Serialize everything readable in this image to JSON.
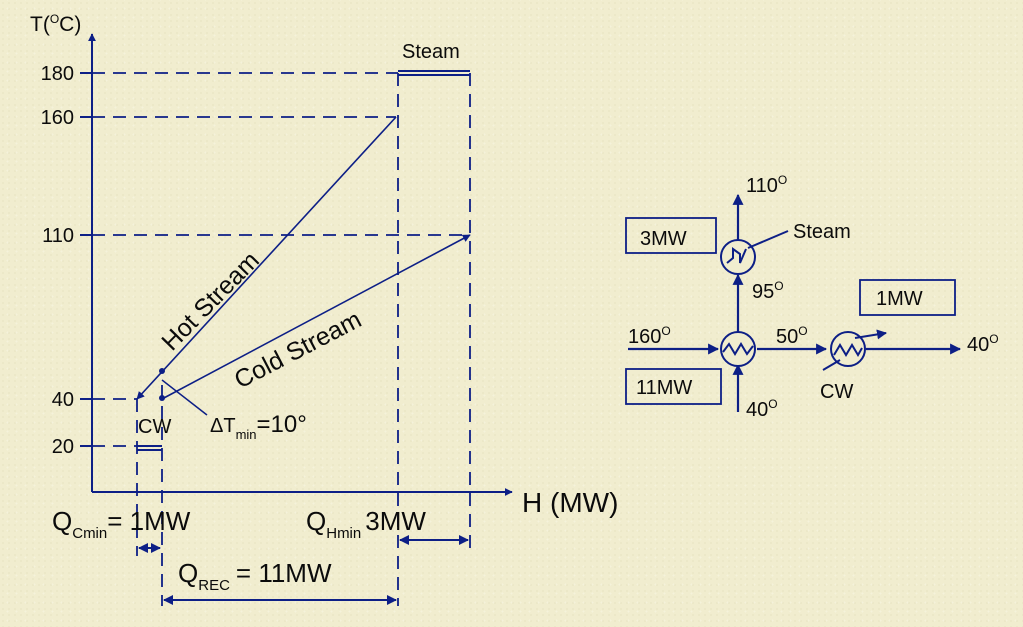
{
  "axes": {
    "y_label": "T(",
    "y_label_sup": "O",
    "y_label_end": "C)",
    "x_label": "H (MW)",
    "y_ticks": [
      "180",
      "160",
      "110",
      "40",
      "20"
    ]
  },
  "curves": {
    "hot_label": "Hot Stream",
    "cold_label": "Cold Stream",
    "steam_label": "Steam",
    "cw_label": "CW"
  },
  "dtmin": {
    "prefix": "ΔT",
    "sub": "min",
    "value": "=10°"
  },
  "bottom": {
    "qcmin_q": "Q",
    "qcmin_sub": "Cmin",
    "qcmin_value": "= 1MW",
    "qhmin_q": "Q",
    "qhmin_sub": "Hmin",
    "qhmin_value": "3MW",
    "qrec_q": "Q",
    "qrec_sub": "REC",
    "qrec_value": "= 11MW"
  },
  "network": {
    "t110": "110",
    "sup_o": "O",
    "steam": "Steam",
    "box_3mw": "3MW",
    "t95": "95",
    "box_1mw": "1MW",
    "t160": "160",
    "t50": "50",
    "t40_out": "40",
    "box_11mw": "11MW",
    "t40_in": "40",
    "cw": "CW"
  }
}
